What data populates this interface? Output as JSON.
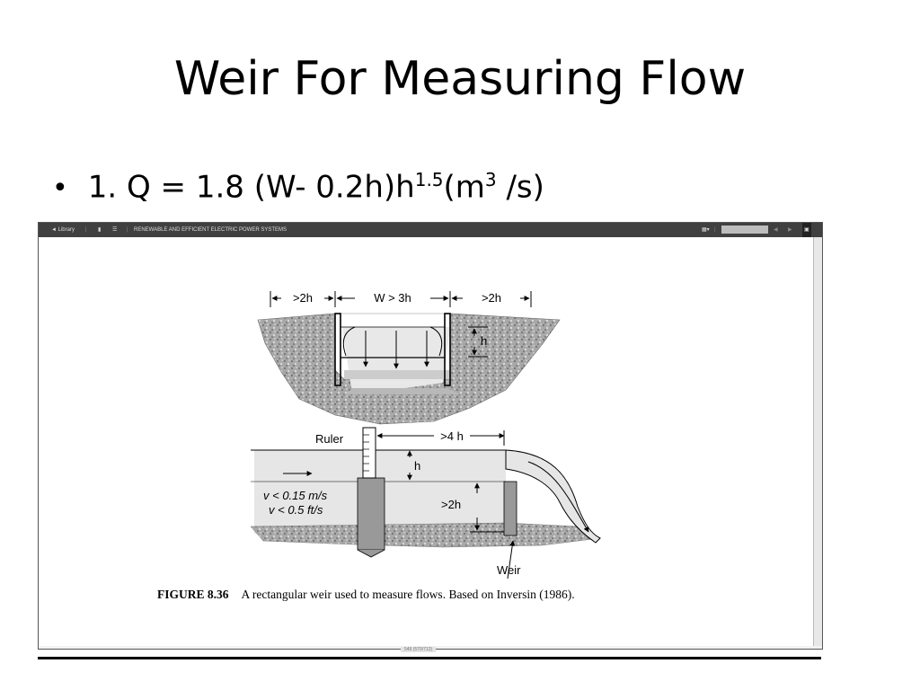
{
  "slide": {
    "title": "Weir For Measuring Flow",
    "bullet": {
      "marker": "•",
      "prefix": "1. Q = 1.8 (W- 0.2h)h",
      "exp1": "1.5",
      "mid": "(m",
      "exp2": "3",
      "suffix": " /s)"
    }
  },
  "viewer": {
    "back_label": "◄ Library",
    "book_title": "RENEWABLE AND EFFICIENT ELECTRIC POWER SYSTEMS",
    "page_indicator": "549 (570/712)",
    "figure": {
      "top_labels": {
        "left_clearance": ">2h",
        "width": "W > 3h",
        "right_clearance": ">2h",
        "head": "h"
      },
      "bottom_labels": {
        "ruler": "Ruler",
        "upstream_distance": ">4 h",
        "head": "h",
        "velocity_metric": "v < 0.15 m/s",
        "velocity_imperial": "v < 0.5 ft/s",
        "crest_height": ">2h",
        "weir": "Weir"
      },
      "caption_number": "FIGURE 8.36",
      "caption_text": "A rectangular weir used to measure flows. Based on Inversin (1986)."
    }
  },
  "colors": {
    "toolbar": "#404040",
    "water": "#e6e6e6",
    "rock": "#a3a3a3",
    "weir": "#9a9a9a"
  }
}
